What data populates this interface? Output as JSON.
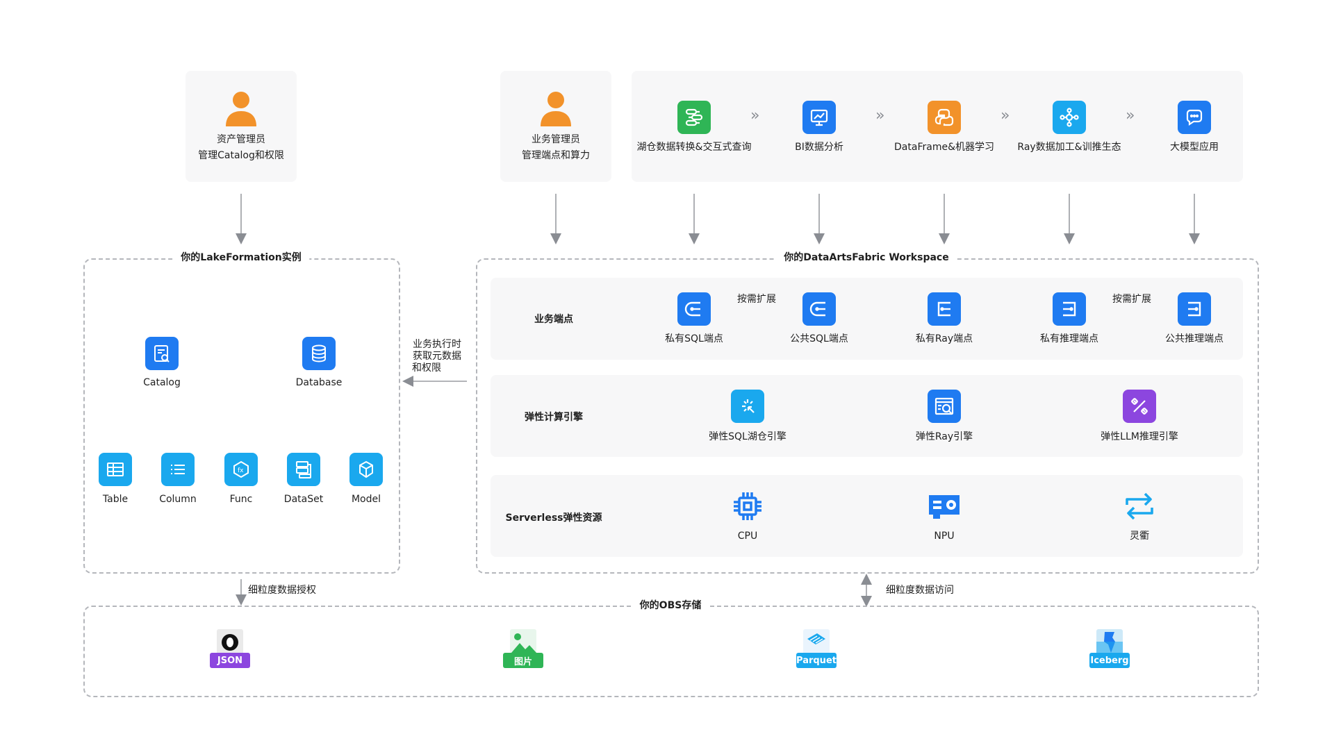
{
  "roles": {
    "asset_admin": {
      "title": "资产管理员",
      "desc": "管理Catalog和权限"
    },
    "biz_admin": {
      "title": "业务管理员",
      "desc": "管理端点和算力"
    }
  },
  "pipeline": [
    {
      "label": "湖仓数据转换&交互式查询",
      "icon": "data-transform-icon",
      "color": "#2fb556"
    },
    {
      "label": "BI数据分析",
      "icon": "bi-chart-icon",
      "color": "#1f7bf1"
    },
    {
      "label": "DataFrame&机器学习",
      "icon": "python-icon",
      "color": "#f2922a"
    },
    {
      "label": "Ray数据加工&训推生态",
      "icon": "ray-icon",
      "color": "#1aa8ee"
    },
    {
      "label": "大模型应用",
      "icon": "chat-icon",
      "color": "#1f7bf1"
    }
  ],
  "lakeformation": {
    "title": "你的LakeFormation实例",
    "top_items": [
      "Catalog",
      "Database"
    ],
    "bottom_items": [
      "Table",
      "Column",
      "Func",
      "DataSet",
      "Model"
    ]
  },
  "side_note": [
    "业务执行时",
    "获取元数据",
    "和权限"
  ],
  "workspace": {
    "title": "你的DataArtsFabric Workspace",
    "rows": [
      {
        "title": "业务端点",
        "items": [
          "私有SQL端点",
          "公共SQL端点",
          "私有Ray端点",
          "私有推理端点",
          "公共推理端点"
        ],
        "scale_label": "按需扩展"
      },
      {
        "title": "弹性计算引擎",
        "items": [
          "弹性SQL湖仓引擎",
          "弹性Ray引擎",
          "弹性LLM推理引擎"
        ]
      },
      {
        "title": "Serverless弹性资源",
        "items": [
          "CPU",
          "NPU",
          "灵衢"
        ]
      }
    ]
  },
  "links": {
    "left": "细粒度数据授权",
    "right": "细粒度数据访问"
  },
  "obs": {
    "title": "你的OBS存储",
    "items": [
      "JSON",
      "图片",
      "Parquet",
      "Iceberg"
    ]
  }
}
